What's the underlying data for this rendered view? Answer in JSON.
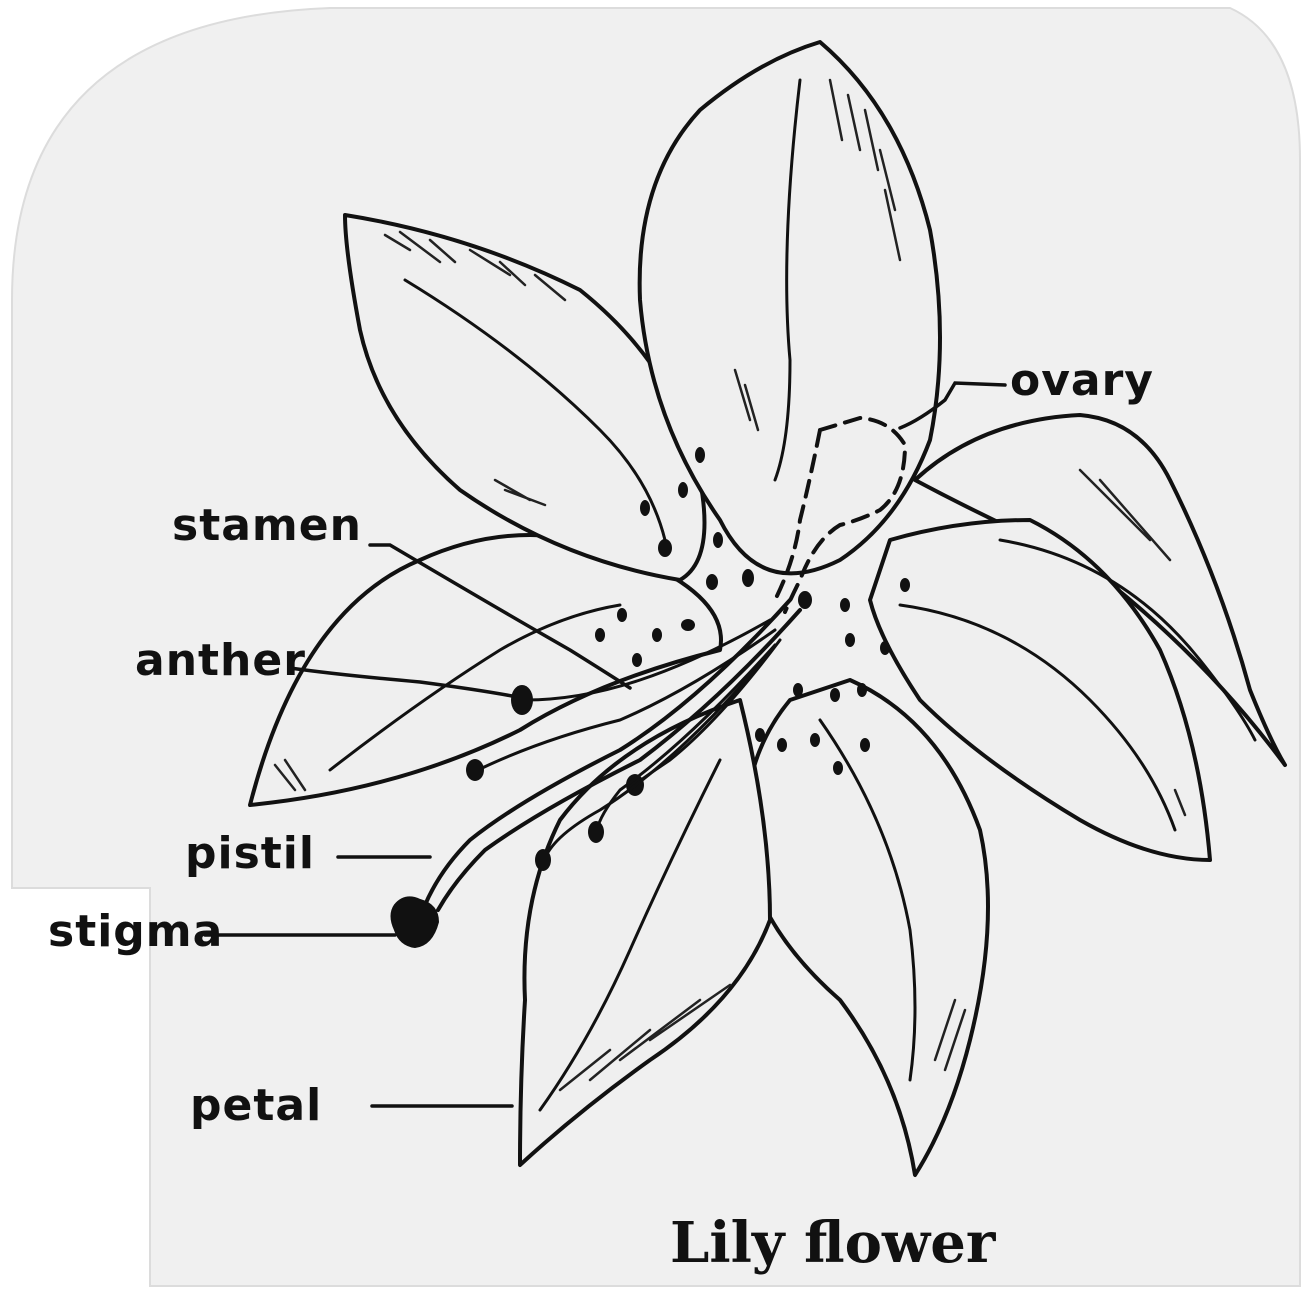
{
  "title": "Lily flower",
  "labels": {
    "stamen": "stamen",
    "anther": "anther",
    "pistil": "pistil",
    "stigma": "stigma",
    "petal": "petal",
    "ovary": "ovary"
  }
}
